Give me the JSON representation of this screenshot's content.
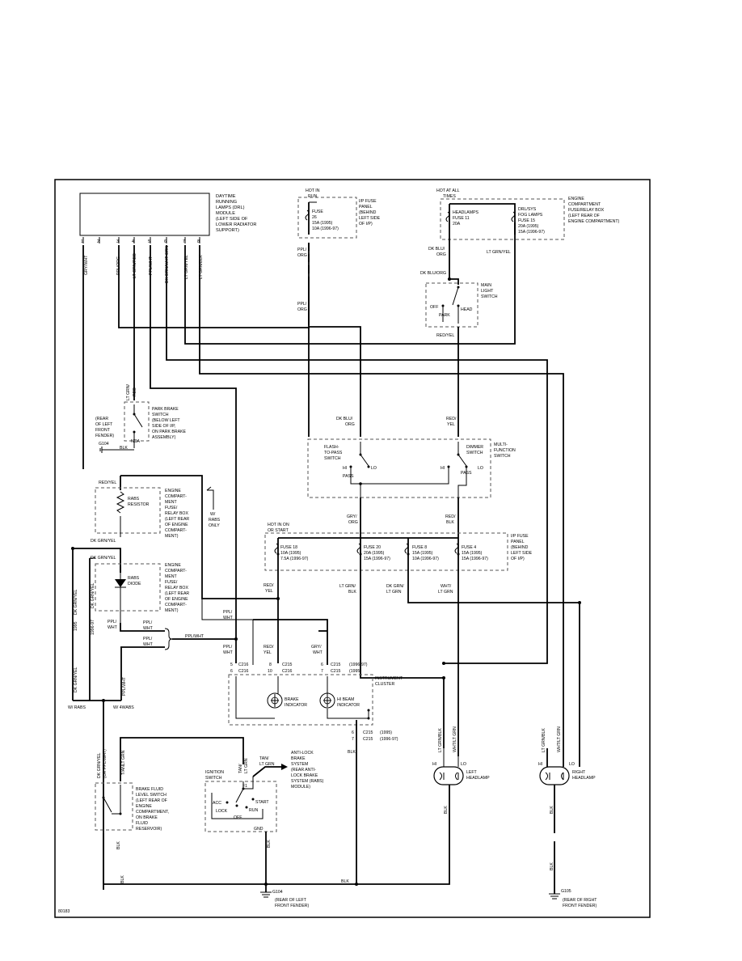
{
  "figure_id": "80183",
  "drl_module": {
    "label": [
      "DAYTIME",
      "RUNNING",
      "LAMPS (DRL)",
      "MODULE",
      "(LEFT SIDE OF",
      "LOWER RADIATOR",
      "SUPPORT)"
    ],
    "pins": [
      "1",
      "2",
      "3",
      "4",
      "5",
      "6",
      "7",
      "8"
    ],
    "pin_wires": [
      "GRY/WHT",
      "",
      "PPL/ORG",
      "LT GRN/RED",
      "PPL/WHT",
      "DK GRN/WHT GRN",
      "LT GRN/YEL",
      "LT GRN/BLK"
    ]
  },
  "ip_fuse_top": {
    "hot_label": [
      "HOT IN",
      "RUN"
    ],
    "label": [
      "I/P FUSE",
      "PANEL",
      "(BEHIND",
      "LEFT SIDE",
      "OF I/P)"
    ],
    "fuse": [
      "FUSE",
      "26",
      "15A   (1995)",
      "10A   (1996-97)"
    ],
    "wire_out": [
      "PPL/",
      "ORG"
    ],
    "wire_out2": [
      "PPL/",
      "ORG"
    ]
  },
  "engine_fuse_box": {
    "hot_label": [
      "HOT AT ALL",
      "TIMES"
    ],
    "label": [
      "ENGINE",
      "COMPARTMENT",
      "FUSE/RELAY BOX",
      "(LEFT REAR OF",
      "ENGINE COMPARTMENT)"
    ],
    "fuse_headlamps": [
      "HEADLAMPS",
      "FUSE 11",
      "20A"
    ],
    "fuse_drl": [
      "DRL/SYS",
      "FOG LAMPS",
      "FUSE 15",
      "20A   (1995)",
      "15A   (1996-97)"
    ],
    "wire_left": [
      "DK BLU/",
      "ORG"
    ],
    "wire_right": "LT GRN/YEL"
  },
  "main_light_switch": {
    "wire_in": "DK BLU/ORG",
    "label": [
      "MAIN",
      "LIGHT",
      "SWITCH"
    ],
    "positions": [
      "OFF",
      "PARK",
      "HEAD"
    ],
    "wire_out": "RED/YEL"
  },
  "park_brake_switch": {
    "wire_in": [
      "LT GRN/",
      "RED"
    ],
    "label": [
      "PARK BRAKE",
      "SWITCH",
      "(BELOW LEFT",
      "SIDE OF I/P,",
      "ON PARK BRAKE",
      "ASSEMBLY)"
    ],
    "state": "NCA",
    "ground_label": [
      "(REAR",
      "OF LEFT",
      "FRONT",
      "FENDER)"
    ],
    "ground_id": "G104",
    "ground_wire": "BLK"
  },
  "multifunction_switch": {
    "wire_in_left": [
      "DK BLU/",
      "ORG"
    ],
    "wire_in_right": [
      "RED/",
      "YEL"
    ],
    "flash_label": [
      "FLASH-",
      "TO-PASS",
      "SWITCH"
    ],
    "dimmer_label": [
      "DIMMER",
      "SWITCH"
    ],
    "label": [
      "MULTI-",
      "FUNCTION",
      "SWITCH"
    ],
    "hi": "HI",
    "lo": "LO",
    "pass": "PASS",
    "wire_out_left": [
      "GRY/",
      "ORG"
    ],
    "wire_out_right": [
      "RED/",
      "BLK"
    ]
  },
  "rabs_resistor": {
    "wire_in": "RED/YEL",
    "label": [
      "RABS",
      "RESISTOR"
    ],
    "box_label": [
      "ENGINE",
      "COMPART-",
      "MENT",
      "FUSE/",
      "RELAY BOX",
      "(LEFT REAR",
      "OF ENGINE",
      "COMPART-",
      "MENT)"
    ],
    "w_label": [
      "W/",
      "RABS",
      "ONLY"
    ],
    "wire_out": "DK GRN/YEL"
  },
  "rabs_diode": {
    "wire_in": "DK GRN/YEL",
    "label": [
      "RABS",
      "DIODE"
    ],
    "box_label": [
      "ENGINE",
      "COMPART-",
      "MENT",
      "FUSE/",
      "RELAY BOX",
      "(LEFT REAR",
      "OF ENGINE",
      "COMPART-",
      "MENT)"
    ],
    "wire_out": [
      "PPL/",
      "WHT"
    ],
    "side_wire_a": "DK GRN/YEL",
    "side_wire_b": "DK GRN/YEL",
    "year_a": "1995",
    "year_b": "1996-97"
  },
  "ppl_junction": {
    "in_a": [
      "PPL/",
      "WHT"
    ],
    "in_b": [
      "PPL/",
      "WHT"
    ],
    "out": "PPL/WHT"
  },
  "ip_fuse_mid": {
    "hot_label": [
      "HOT IN ON",
      "OR START"
    ],
    "fuse_18": [
      "FUSE 18",
      "10A   (1995)",
      "7.5A  (1996-97)"
    ],
    "fuse_20": [
      "FUSE 20",
      "20A   (1995)",
      "15A   (1996-97)"
    ],
    "fuse_8": [
      "FUSE 8",
      "15A   (1995)",
      "10A   (1996-97)"
    ],
    "fuse_4": [
      "FUSE 4",
      "15A   (1995)",
      "15A   (1996-97)"
    ],
    "label": [
      "I/P FUSE",
      "PANEL",
      "(BEHIND",
      "LEFT SIDE",
      "OF I/P)"
    ],
    "wire_1": [
      "RED/",
      "YEL"
    ],
    "wire_2": [
      "LT GRN/",
      "BLK"
    ],
    "wire_3": [
      "DK GRN/",
      "LT GRN"
    ],
    "wire_4": [
      "WHT/",
      "LT GRN"
    ]
  },
  "instrument_cluster": {
    "label": [
      "INSTRUMENT",
      "CLUSTER"
    ],
    "wire_a": [
      "PPL/",
      "WHT"
    ],
    "wire_b": [
      "RED/",
      "YEL"
    ],
    "wire_c": [
      "GRY/",
      "WHT"
    ],
    "wire_d": [
      "PPL/",
      "WHT"
    ],
    "c216": "C216",
    "c215": "C215",
    "pins_a": [
      "5",
      "6"
    ],
    "pins_b": [
      "8",
      "10"
    ],
    "pins_c": [
      "6",
      "7"
    ],
    "years_c": [
      "(1996-97)",
      "(1995)"
    ],
    "brake_label": [
      "BRAKE",
      "INDICATOR"
    ],
    "hibeam_label": [
      "HI BEAM",
      "INDICATOR"
    ],
    "bottom_pins": [
      "6",
      "7"
    ],
    "bottom_years": [
      "(1995)",
      "(1996-97)"
    ],
    "bottom_wire": "BLK"
  },
  "rabs_labels": {
    "w_rabs": "W/ RABS",
    "w_4wabs": "W/ 4WABS",
    "wire_a": "DK GRN/YEL",
    "wire_b": "PPL/WHT"
  },
  "brake_fluid_switch": {
    "wire_a": [
      "DK GRN/YEL",
      "(OR PPL/WHT)"
    ],
    "wire_b": "T/ANLT GRN",
    "label": [
      "BRAKE FLUID",
      "LEVEL SWITCH",
      "(LEFT REAR OF",
      "ENGINE",
      "COMPARTMENT,",
      "ON BRAKE",
      "FLUID",
      "RESERVOIR)"
    ],
    "ground_wire": "BLK"
  },
  "ignition_switch": {
    "label": [
      "IGNITION",
      "SWITCH"
    ],
    "wire": [
      "TAN/",
      "LT GRN"
    ],
    "wire_out": [
      "TAN/",
      "LT GRN"
    ],
    "antilock": [
      "ANTI-LOCK",
      "BRAKE",
      "SYSTEM",
      "(REAR ANTI-",
      "LOCK BRAKE",
      "SYSTEM (RABS)",
      "MODULE)"
    ],
    "positions": [
      "ACC",
      "LOCK",
      "OFF",
      "START",
      "RUN",
      "F1"
    ],
    "gnd": "GND",
    "gnd_wire": "BLK"
  },
  "left_headlamp": {
    "wire_hi": "LT GRN/BLK",
    "wire_lo": "WHT/LT GRN",
    "hi": "HI",
    "lo": "LO",
    "label": [
      "LEFT",
      "HEADLAMP"
    ],
    "ground_wire": "BLK"
  },
  "right_headlamp": {
    "wire_hi": "LT GRN/BLK",
    "wire_lo": "WHT/LT GRN",
    "hi": "HI",
    "lo": "LO",
    "label": [
      "RIGHT",
      "HEADLAMP"
    ],
    "ground_wire": "BLK",
    "ground_id": "G105",
    "ground_label": [
      "(REAR OF RIGHT",
      "FRONT FENDER)"
    ]
  },
  "ground_g104": {
    "id": "G104",
    "label": [
      "(REAR OF LEFT",
      "FRONT FENDER)"
    ],
    "wire": "BLK",
    "wire_b": "BLK"
  }
}
